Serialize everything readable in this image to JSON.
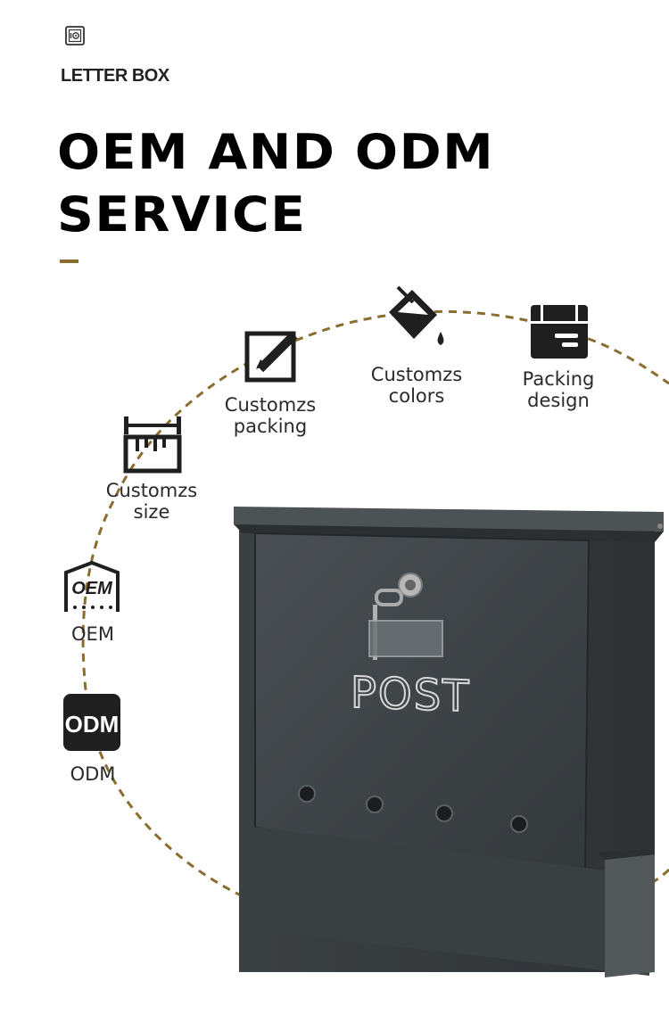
{
  "header": {
    "brand_icon": "safe-icon",
    "brand_name": "LETTER BOX",
    "title_line1": "OEM AND ODM",
    "title_line2": "SERVICE"
  },
  "colors": {
    "accent": "#8a6d2f",
    "icon": "#1f1f1f",
    "box_body": "#3c4144"
  },
  "features": [
    {
      "icon": "pencil-edit-icon",
      "label_line1": "Customzs",
      "label_line2": "packing"
    },
    {
      "icon": "paint-bucket-icon",
      "label_line1": "Customzs",
      "label_line2": "colors"
    },
    {
      "icon": "box-icon",
      "label_line1": "Packing",
      "label_line2": "design"
    },
    {
      "icon": "ruler-icon",
      "label_line1": "Customzs",
      "label_line2": "size"
    },
    {
      "icon": "oem-badge-icon",
      "badge_text": "OEM",
      "label_line1": "OEM"
    },
    {
      "icon": "odm-badge-icon",
      "badge_text": "ODM",
      "label_line1": "ODM"
    }
  ],
  "product": {
    "engraving": "POST"
  }
}
